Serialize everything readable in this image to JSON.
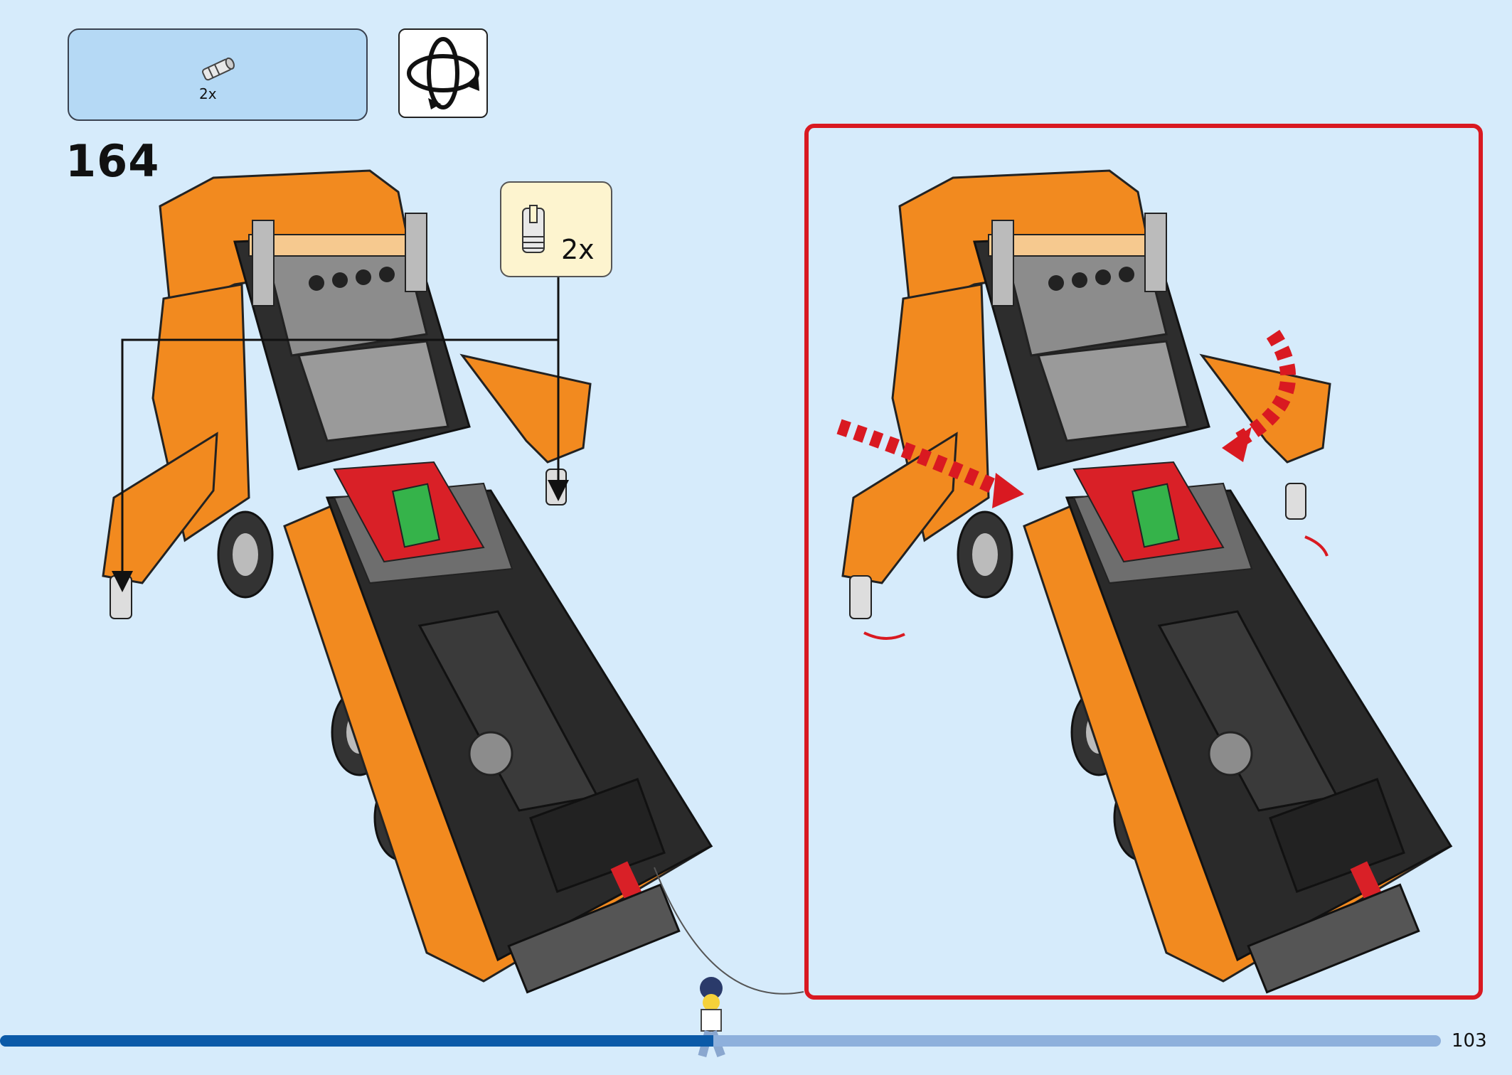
{
  "parts_list": {
    "quantity": "2x"
  },
  "step": {
    "number": "164"
  },
  "callout": {
    "quantity": "2x"
  },
  "page": {
    "number": "103",
    "progress": 0.495
  },
  "colors": {
    "background": "#d6ebfb",
    "parts_box": "#b5d9f5",
    "callout": "#fdf4cf",
    "frame_red": "#d91921",
    "truck_orange": "#f28a1f",
    "truck_black": "#2a2a2a",
    "truck_grey": "#8c8c8c",
    "progress_fill": "#0b5aa8",
    "progress_track": "#8eb0dc"
  }
}
